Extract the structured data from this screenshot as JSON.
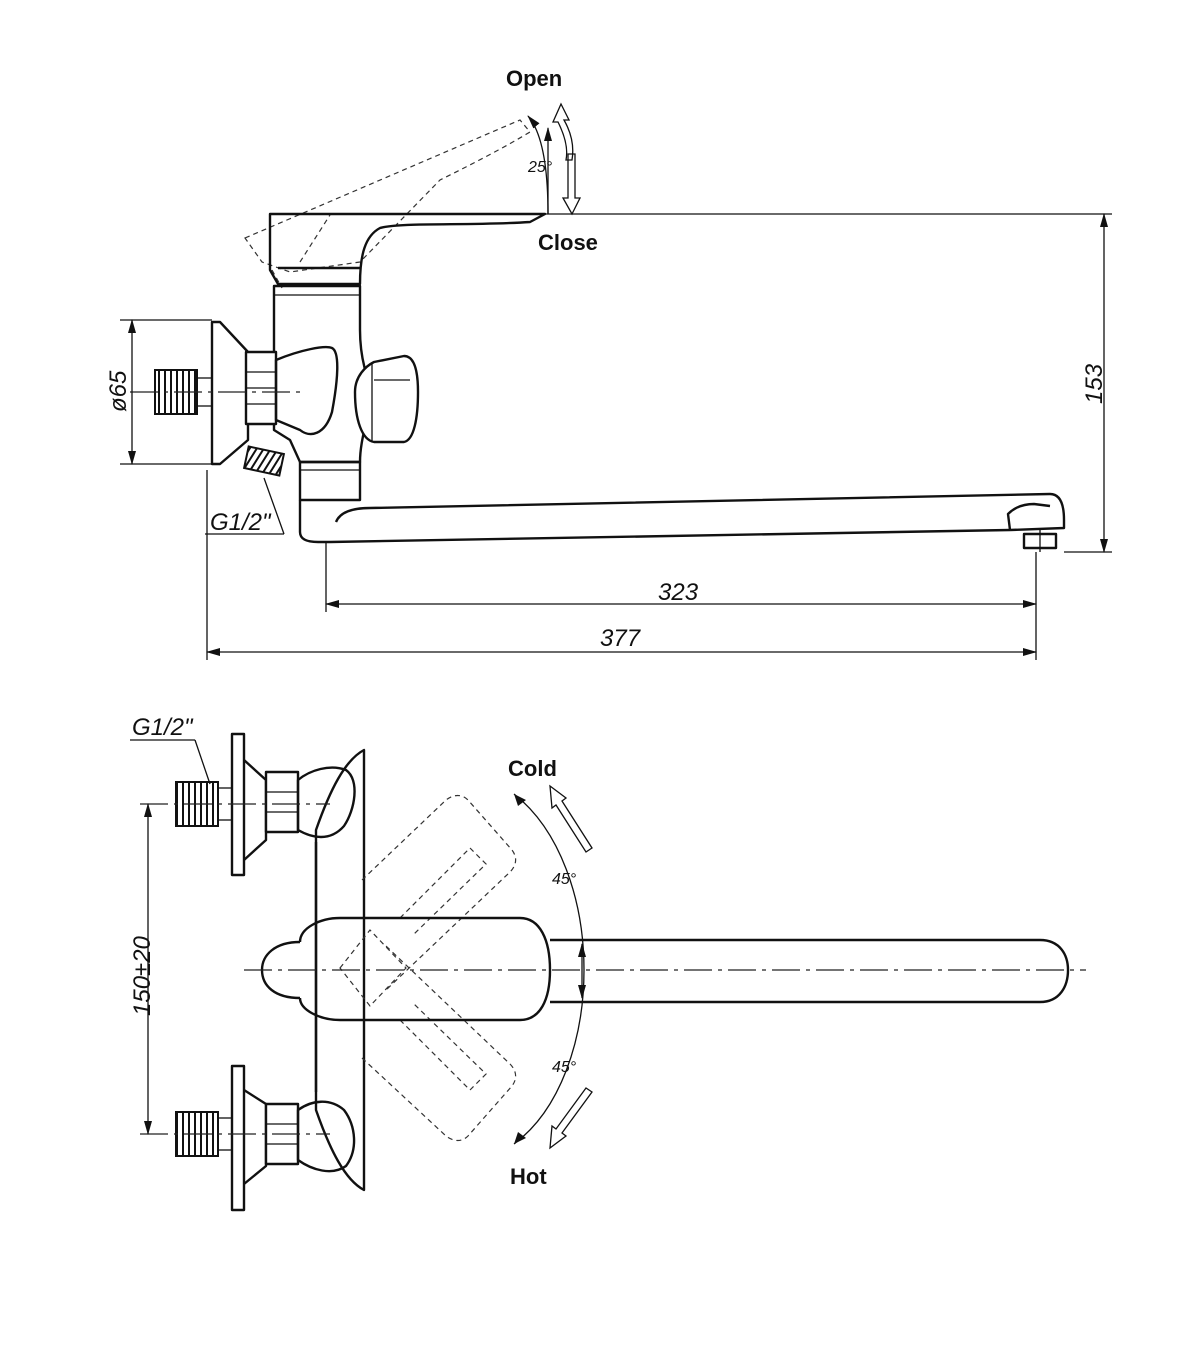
{
  "side_view": {
    "open_label": "Open",
    "close_label": "Close",
    "angle_label": "25°",
    "diameter_label": "ø65",
    "thread_label": "G1/2\"",
    "height_label": "153",
    "spout_length_label": "323",
    "overall_length_label": "377"
  },
  "top_view": {
    "thread_label": "G1/2\"",
    "spacing_label": "150±20",
    "cold_label": "Cold",
    "hot_label": "Hot",
    "cold_angle_label": "45°",
    "hot_angle_label": "45°"
  }
}
